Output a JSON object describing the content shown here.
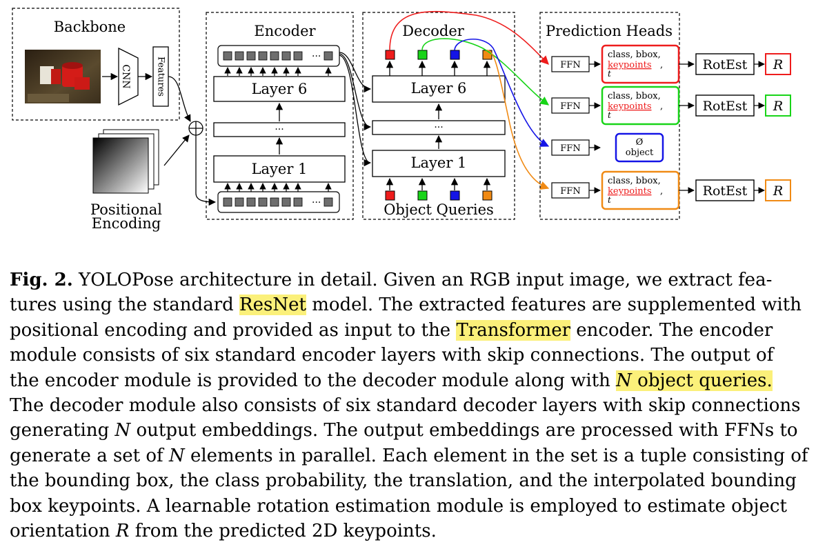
{
  "diagram": {
    "backbone": {
      "title": "Backbone",
      "cnn": "CNN",
      "features": "Features"
    },
    "positional_encoding": {
      "line1": "Positional",
      "line2": "Encoding"
    },
    "encoder": {
      "title": "Encoder",
      "top_layer": "Layer 6",
      "bottom_layer": "Layer 1",
      "dots": "···"
    },
    "decoder": {
      "title": "Decoder",
      "top_layer": "Layer 6",
      "bottom_layer": "Layer 1",
      "dots": "···",
      "queries_label": "Object Queries"
    },
    "prediction_heads": {
      "title": "Prediction Heads",
      "ffn": "FFN",
      "rotest": "RotEst",
      "R": "R",
      "out_line1": "class, bbox,",
      "out_keypoints": "keypoints",
      "out_comma": ",",
      "out_t": "t",
      "empty_symbol": "Ø",
      "empty_label": "object"
    }
  },
  "colors": {
    "red": "#ee1c1c",
    "green": "#18d418",
    "blue": "#1414e6",
    "orange": "#f08a14",
    "token": "#6e6e6e",
    "highlight": "#fbf07a"
  },
  "caption": {
    "label": "Fig. 2.",
    "l1": " YOLOPose architecture in detail. Given an RGB input image, we extract fea-",
    "l2a": "tures using the standard ",
    "l2hl": "ResNet",
    "l2b": " model. The extracted features are supplemented with",
    "l3a": "positional encoding and provided as input to the ",
    "l3hl": "Transformer",
    "l3b": " encoder. The encoder",
    "l4": "module consists of six standard encoder layers with skip connections. The output of",
    "l5a": "the encoder module is provided to the decoder module along with ",
    "l5N": "N",
    "l5hl": " object queries.",
    "l6": "The decoder module also consists of six standard decoder layers with skip connections",
    "l7a": "generating ",
    "l7N": "N",
    "l7b": " output embeddings. The output embeddings are processed with FFNs to",
    "l8a": "generate a set of ",
    "l8N": "N",
    "l8b": " elements in parallel. Each element in the set is a tuple consisting of",
    "l9": "the bounding box, the class probability, the translation, and the interpolated bounding",
    "l10": "box keypoints. A learnable rotation estimation module is employed to estimate object",
    "l11a": "orientation ",
    "l11R": "R",
    "l11b": " from the predicted 2D keypoints."
  }
}
